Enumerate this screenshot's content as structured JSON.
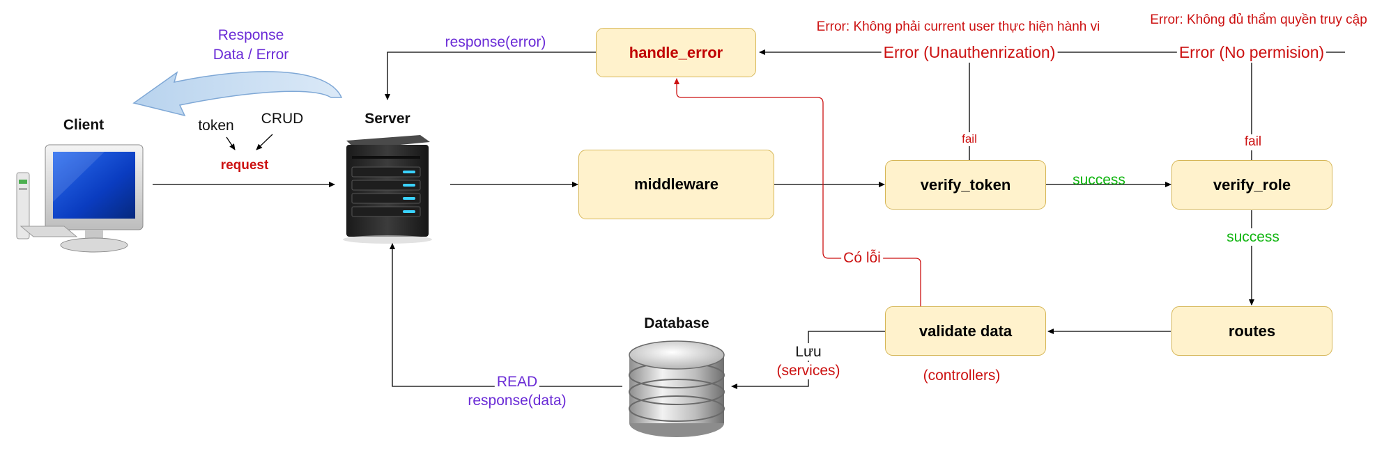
{
  "colors": {
    "node_fill": "#fff2cc",
    "node_border": "#d6b656",
    "error_text": "#cc1111",
    "response_text": "#6a2bd6",
    "success_text": "#11b511",
    "error_path": "#cc1111"
  },
  "actors": {
    "client": {
      "label": "Client",
      "icon": "desktop-computer-icon"
    },
    "server": {
      "label": "Server",
      "icon": "server-tower-icon"
    },
    "database": {
      "label": "Database",
      "icon": "database-cylinder-icon"
    }
  },
  "request": {
    "token": "token",
    "crud": "CRUD",
    "request": "request"
  },
  "response_back": {
    "line1": "Response",
    "line2": "Data / Error"
  },
  "nodes": {
    "handle_error": "handle_error",
    "middleware": "middleware",
    "verify_token": "verify_token",
    "verify_role": "verify_role",
    "routes": "routes",
    "validate_data": "validate data"
  },
  "edge_labels": {
    "response_error": "response(error)",
    "error_unauth": "Error (Unauthenrization)",
    "error_no_perm": "Error (No permision)",
    "note_unauth": "Error: Không phải current user thực hiện hành vi",
    "note_no_perm": "Error: Không đủ thẩm quyền truy cập",
    "fail_token": "fail",
    "fail_role": "fail",
    "success_token": "success",
    "success_role": "success",
    "co_loi": "Có lỗi",
    "luu": "Lưu",
    "services": "(services)",
    "controllers": "(controllers)",
    "read": "READ",
    "response_data": "response(data)"
  }
}
